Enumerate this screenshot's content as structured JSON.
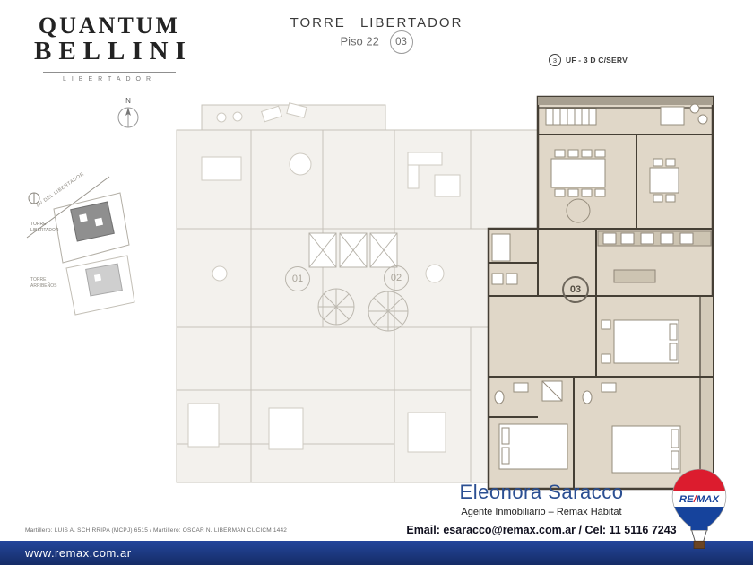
{
  "logo": {
    "line1": "QUANTUM",
    "line2": "BELLINI",
    "sub": "LIBERTADOR"
  },
  "header": {
    "title": "TORRE LIBERTADOR",
    "floor": "Piso 22",
    "unit": "03"
  },
  "legend": {
    "num": "3",
    "text": "UF - 3 D C/SERV"
  },
  "compass": {
    "n": "N"
  },
  "siteplan": {
    "street": "AV DEL LIBERTADOR",
    "t1l1": "TORRE",
    "t1l2": "LIBERTADOR",
    "t2l1": "TORRE",
    "t2l2": "ARRIBEÑOS"
  },
  "plan": {
    "unit1": "01",
    "unit2": "02",
    "unit3": "03"
  },
  "agent": {
    "name": "Eleonora Saracco",
    "role": "Agente Inmobiliario – Remax Hábitat",
    "contact": "Email: esaracco@remax.com.ar / Cel: 11 5116 7243"
  },
  "remax": {
    "re": "RE",
    "slash": "/",
    "max": "MAX"
  },
  "footer": {
    "url": "www.remax.com.ar",
    "legal": "Martillero: LUIS A. SCHIRRIPA (MCPJ) 6515 / Martillero: OSCAR N. LIBERMAN CUCICM 1442"
  },
  "colors": {
    "remax_red": "#dc1c2e",
    "remax_blue": "#16439c",
    "bar_navy": "#1d3a86",
    "unit_beige": "#e0d7c8",
    "plan_gray": "#c7c3ba",
    "agent_blue": "#2b4f92"
  }
}
